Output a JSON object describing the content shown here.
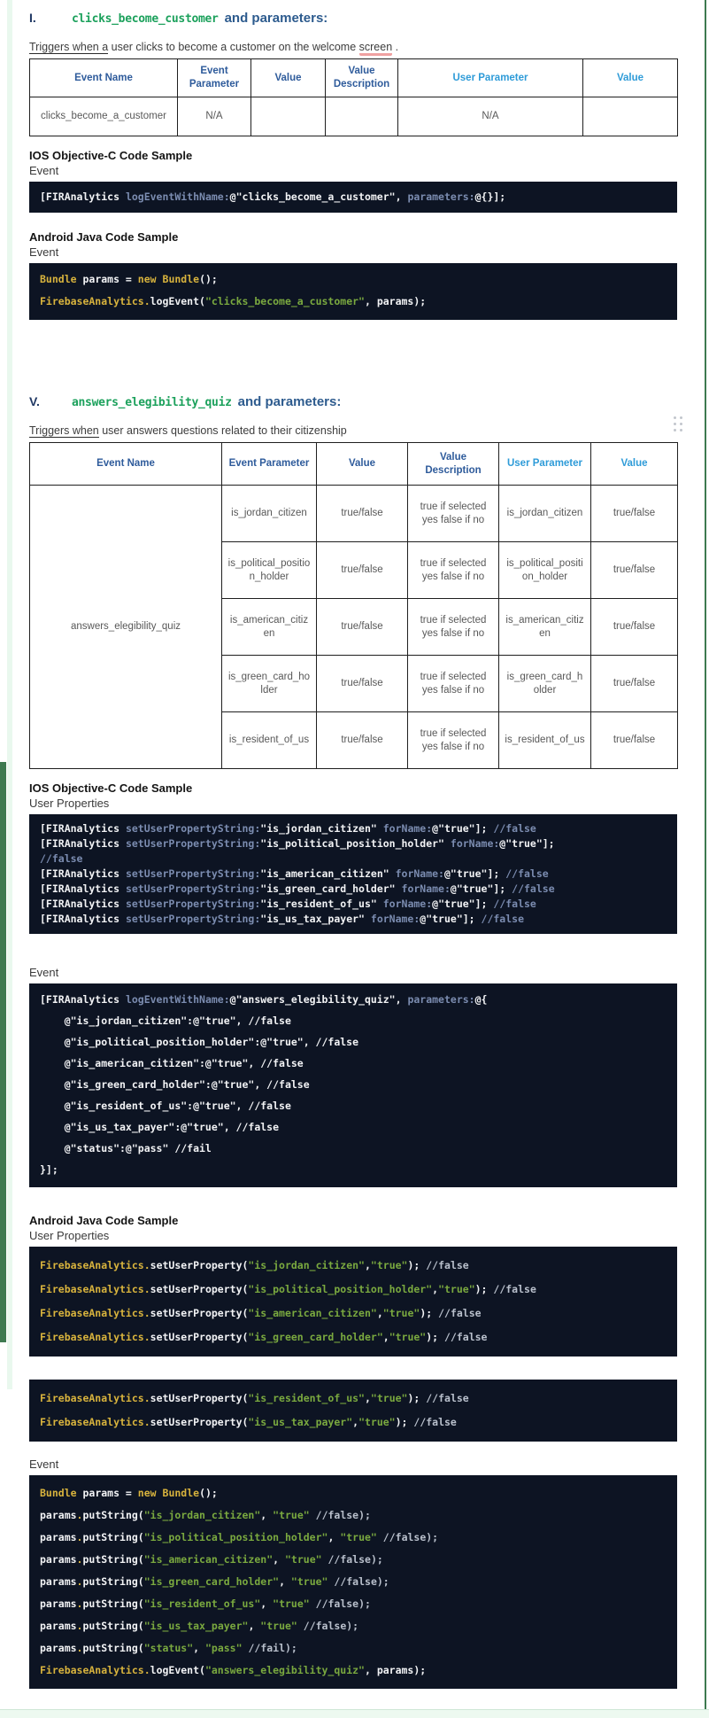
{
  "colors": {
    "code_background": "#0d1423",
    "code_text_white": "#f2f3f5",
    "objc_method_and_comment": "#7b8cb0",
    "java_keyword_yellow": "#d8b33d",
    "java_string_green": "#7aa93f",
    "java_comment_gray": "#b9c0cc",
    "heading_code_green": "#1ca15c",
    "heading_blue": "#2d5b8e",
    "table_header_dark_blue": "#2e5b9b",
    "table_header_light_blue": "#2e9bd8",
    "change_bar_green": "#3e7a50",
    "spellcheck_underline_red": "#f0a1a1"
  },
  "icons": {
    "drag_handle": "six-dot-grid"
  },
  "section1": {
    "numeral": "I.",
    "event_code": "clicks_become_customer",
    "heading_suffix": "and parameters:",
    "description_underlined": "Triggers when a",
    "description_mid": " user clicks to become a customer on the welcome ",
    "description_misspelled": "screen",
    "description_tail": " .",
    "table": {
      "headers": [
        {
          "label": "Event Name",
          "tone": "dark"
        },
        {
          "label": "Event Parameter",
          "tone": "dark"
        },
        {
          "label": "Value",
          "tone": "dark"
        },
        {
          "label": "Value Description",
          "tone": "dark"
        },
        {
          "label": "User Parameter",
          "tone": "light"
        },
        {
          "label": "Value",
          "tone": "light"
        }
      ],
      "rows": [
        [
          "clicks_become_a_customer",
          "N/A",
          "",
          "",
          "N/A",
          ""
        ]
      ]
    },
    "ios_heading": "IOS Objective-C Code Sample",
    "ios_event_label": "Event",
    "ios_event_code": [
      [
        {
          "t": "[FIRAnalytics ",
          "c": "w"
        },
        {
          "t": "logEventWithName:",
          "c": "s"
        },
        {
          "t": "@\"clicks_become_a_customer\", ",
          "c": "w"
        },
        {
          "t": "parameters:",
          "c": "s"
        },
        {
          "t": "@{}];",
          "c": "w"
        }
      ]
    ],
    "android_heading": "Android Java Code Sample",
    "android_event_label": "Event",
    "android_event_code": [
      [
        {
          "t": "Bundle",
          "c": "y"
        },
        {
          "t": " params = ",
          "c": "w"
        },
        {
          "t": "new",
          "c": "y"
        },
        {
          "t": " ",
          "c": "w"
        },
        {
          "t": "Bundle",
          "c": "y"
        },
        {
          "t": "();",
          "c": "w"
        }
      ],
      [
        {
          "t": "FirebaseAnalytics",
          "c": "y"
        },
        {
          "t": ".",
          "c": "y"
        },
        {
          "t": "logEvent(",
          "c": "w"
        },
        {
          "t": "\"clicks_become_a_customer\"",
          "c": "g"
        },
        {
          "t": ", params);",
          "c": "w"
        }
      ]
    ]
  },
  "section5": {
    "numeral": "V.",
    "event_code": "answers_elegibility_quiz",
    "heading_suffix": "and parameters:",
    "description_underlined": "Triggers when",
    "description_mid": " user answers questions related to their citizenship",
    "table": {
      "headers": [
        {
          "label": "Event Name",
          "tone": "dark"
        },
        {
          "label": "Event Parameter",
          "tone": "dark"
        },
        {
          "label": "Value",
          "tone": "dark"
        },
        {
          "label": "Value Description",
          "tone": "dark"
        },
        {
          "label": "User Parameter",
          "tone": "light"
        },
        {
          "label": "Value",
          "tone": "light"
        }
      ],
      "event_name": "answers_elegibility_quiz",
      "rows": [
        [
          "is_jordan_citizen",
          "true/false",
          "true if selected yes false if no",
          "is_jordan_citizen",
          "true/false"
        ],
        [
          "is_political_position_holder",
          "true/false",
          "true if selected yes false if no",
          "is_political_position_holder",
          "true/false"
        ],
        [
          "is_american_citizen",
          "true/false",
          "true if selected yes false if no",
          "is_american_citizen",
          "true/false"
        ],
        [
          "is_green_card_holder",
          "true/false",
          "true if selected yes false if no",
          "is_green_card_holder",
          "true/false"
        ],
        [
          "is_resident_of_us",
          "true/false",
          "true if selected yes false if no",
          "is_resident_of_us",
          "true/false"
        ]
      ]
    },
    "ios_heading": "IOS Objective-C Code Sample",
    "ios_props_label": "User Properties",
    "ios_props_code": [
      [
        {
          "t": "[FIRAnalytics ",
          "c": "w"
        },
        {
          "t": "setUserPropertyString:",
          "c": "s"
        },
        {
          "t": "\"is_jordan_citizen\" ",
          "c": "w"
        },
        {
          "t": "forName:",
          "c": "s"
        },
        {
          "t": "@\"true\"]; ",
          "c": "w"
        },
        {
          "t": "//false",
          "c": "s"
        }
      ],
      [
        {
          "t": "[FIRAnalytics ",
          "c": "w"
        },
        {
          "t": "setUserPropertyString:",
          "c": "s"
        },
        {
          "t": "\"is_political_position_holder\" ",
          "c": "w"
        },
        {
          "t": "forName:",
          "c": "s"
        },
        {
          "t": "@\"true\"];",
          "c": "w"
        }
      ],
      [
        {
          "t": "//false",
          "c": "s"
        }
      ],
      [
        {
          "t": "[FIRAnalytics ",
          "c": "w"
        },
        {
          "t": "setUserPropertyString:",
          "c": "s"
        },
        {
          "t": "\"is_american_citizen\" ",
          "c": "w"
        },
        {
          "t": "forName:",
          "c": "s"
        },
        {
          "t": "@\"true\"]; ",
          "c": "w"
        },
        {
          "t": "//false",
          "c": "s"
        }
      ],
      [
        {
          "t": "[FIRAnalytics ",
          "c": "w"
        },
        {
          "t": "setUserPropertyString:",
          "c": "s"
        },
        {
          "t": "\"is_green_card_holder\" ",
          "c": "w"
        },
        {
          "t": "forName:",
          "c": "s"
        },
        {
          "t": "@\"true\"]; ",
          "c": "w"
        },
        {
          "t": "//false",
          "c": "s"
        }
      ],
      [
        {
          "t": "[FIRAnalytics ",
          "c": "w"
        },
        {
          "t": "setUserPropertyString:",
          "c": "s"
        },
        {
          "t": "\"is_resident_of_us\" ",
          "c": "w"
        },
        {
          "t": "forName:",
          "c": "s"
        },
        {
          "t": "@\"true\"]; ",
          "c": "w"
        },
        {
          "t": "//false",
          "c": "s"
        }
      ],
      [
        {
          "t": "[FIRAnalytics ",
          "c": "w"
        },
        {
          "t": "setUserPropertyString:",
          "c": "s"
        },
        {
          "t": "\"is_us_tax_payer\" ",
          "c": "w"
        },
        {
          "t": "forName:",
          "c": "s"
        },
        {
          "t": "@\"true\"]; ",
          "c": "w"
        },
        {
          "t": "//false",
          "c": "s"
        }
      ]
    ],
    "ios_event_label": "Event",
    "ios_event_code": [
      [
        {
          "t": "[FIRAnalytics ",
          "c": "w"
        },
        {
          "t": "logEventWithName:",
          "c": "s"
        },
        {
          "t": "@\"answers_elegibility_quiz\", ",
          "c": "w"
        },
        {
          "t": "parameters:",
          "c": "s"
        },
        {
          "t": "@{",
          "c": "w"
        }
      ],
      [
        {
          "t": "    @\"is_jordan_citizen\":@\"true\", //false",
          "c": "w"
        }
      ],
      [
        {
          "t": "    @\"is_political_position_holder\":@\"true\", //false",
          "c": "w"
        }
      ],
      [
        {
          "t": "    @\"is_american_citizen\":@\"true\", //false",
          "c": "w"
        }
      ],
      [
        {
          "t": "    @\"is_green_card_holder\":@\"true\", //false",
          "c": "w"
        }
      ],
      [
        {
          "t": "    @\"is_resident_of_us\":@\"true\", //false",
          "c": "w"
        }
      ],
      [
        {
          "t": "    @\"is_us_tax_payer\":@\"true\", //false",
          "c": "w"
        }
      ],
      [
        {
          "t": "    @\"status\":@\"pass\" //fail",
          "c": "w"
        }
      ],
      [
        {
          "t": "}];",
          "c": "w"
        }
      ]
    ],
    "android_heading": "Android Java Code Sample",
    "android_props_label": "User Properties",
    "android_props_code_1": [
      [
        {
          "t": "FirebaseAnalytics",
          "c": "y"
        },
        {
          "t": ".",
          "c": "y"
        },
        {
          "t": "setUserProperty(",
          "c": "w"
        },
        {
          "t": "\"is_jordan_citizen\"",
          "c": "g"
        },
        {
          "t": ",",
          "c": "w"
        },
        {
          "t": "\"true\"",
          "c": "g"
        },
        {
          "t": "); ",
          "c": "w"
        },
        {
          "t": "//false",
          "c": "c"
        }
      ],
      [
        {
          "t": "FirebaseAnalytics",
          "c": "y"
        },
        {
          "t": ".",
          "c": "y"
        },
        {
          "t": "setUserProperty(",
          "c": "w"
        },
        {
          "t": "\"is_political_position_holder\"",
          "c": "g"
        },
        {
          "t": ",",
          "c": "w"
        },
        {
          "t": "\"true\"",
          "c": "g"
        },
        {
          "t": "); ",
          "c": "w"
        },
        {
          "t": "//false",
          "c": "c"
        }
      ],
      [
        {
          "t": "FirebaseAnalytics",
          "c": "y"
        },
        {
          "t": ".",
          "c": "y"
        },
        {
          "t": "setUserProperty(",
          "c": "w"
        },
        {
          "t": "\"is_american_citizen\"",
          "c": "g"
        },
        {
          "t": ",",
          "c": "w"
        },
        {
          "t": "\"true\"",
          "c": "g"
        },
        {
          "t": "); ",
          "c": "w"
        },
        {
          "t": "//false",
          "c": "c"
        }
      ],
      [
        {
          "t": "FirebaseAnalytics",
          "c": "y"
        },
        {
          "t": ".",
          "c": "y"
        },
        {
          "t": "setUserProperty(",
          "c": "w"
        },
        {
          "t": "\"is_green_card_holder\"",
          "c": "g"
        },
        {
          "t": ",",
          "c": "w"
        },
        {
          "t": "\"true\"",
          "c": "g"
        },
        {
          "t": "); ",
          "c": "w"
        },
        {
          "t": "//false",
          "c": "c"
        }
      ]
    ],
    "android_props_code_2": [
      [
        {
          "t": "FirebaseAnalytics",
          "c": "y"
        },
        {
          "t": ".",
          "c": "y"
        },
        {
          "t": "setUserProperty(",
          "c": "w"
        },
        {
          "t": "\"is_resident_of_us\"",
          "c": "g"
        },
        {
          "t": ",",
          "c": "w"
        },
        {
          "t": "\"true\"",
          "c": "g"
        },
        {
          "t": "); ",
          "c": "w"
        },
        {
          "t": "//false",
          "c": "c"
        }
      ],
      [
        {
          "t": "FirebaseAnalytics",
          "c": "y"
        },
        {
          "t": ".",
          "c": "y"
        },
        {
          "t": "setUserProperty(",
          "c": "w"
        },
        {
          "t": "\"is_us_tax_payer\"",
          "c": "g"
        },
        {
          "t": ",",
          "c": "w"
        },
        {
          "t": "\"true\"",
          "c": "g"
        },
        {
          "t": "); ",
          "c": "w"
        },
        {
          "t": "//false",
          "c": "c"
        }
      ]
    ],
    "android_event_label": "Event",
    "android_event_code": [
      [
        {
          "t": "Bundle",
          "c": "y"
        },
        {
          "t": " params = ",
          "c": "w"
        },
        {
          "t": "new",
          "c": "y"
        },
        {
          "t": " ",
          "c": "w"
        },
        {
          "t": "Bundle",
          "c": "y"
        },
        {
          "t": "();",
          "c": "w"
        }
      ],
      [
        {
          "t": "params",
          "c": "w"
        },
        {
          "t": ".",
          "c": "y"
        },
        {
          "t": "putString(",
          "c": "w"
        },
        {
          "t": "\"is_jordan_citizen\"",
          "c": "g"
        },
        {
          "t": ", ",
          "c": "w"
        },
        {
          "t": "\"true\"",
          "c": "g"
        },
        {
          "t": " ",
          "c": "w"
        },
        {
          "t": "//false);",
          "c": "c"
        }
      ],
      [
        {
          "t": "params",
          "c": "w"
        },
        {
          "t": ".",
          "c": "y"
        },
        {
          "t": "putString(",
          "c": "w"
        },
        {
          "t": "\"is_political_position_holder\"",
          "c": "g"
        },
        {
          "t": ", ",
          "c": "w"
        },
        {
          "t": "\"true\"",
          "c": "g"
        },
        {
          "t": " ",
          "c": "w"
        },
        {
          "t": "//false);",
          "c": "c"
        }
      ],
      [
        {
          "t": "params",
          "c": "w"
        },
        {
          "t": ".",
          "c": "y"
        },
        {
          "t": "putString(",
          "c": "w"
        },
        {
          "t": "\"is_american_citizen\"",
          "c": "g"
        },
        {
          "t": ", ",
          "c": "w"
        },
        {
          "t": "\"true\"",
          "c": "g"
        },
        {
          "t": " ",
          "c": "w"
        },
        {
          "t": "//false);",
          "c": "c"
        }
      ],
      [
        {
          "t": "params",
          "c": "w"
        },
        {
          "t": ".",
          "c": "y"
        },
        {
          "t": "putString(",
          "c": "w"
        },
        {
          "t": "\"is_green_card_holder\"",
          "c": "g"
        },
        {
          "t": ", ",
          "c": "w"
        },
        {
          "t": "\"true\"",
          "c": "g"
        },
        {
          "t": " ",
          "c": "w"
        },
        {
          "t": "//false);",
          "c": "c"
        }
      ],
      [
        {
          "t": "params",
          "c": "w"
        },
        {
          "t": ".",
          "c": "y"
        },
        {
          "t": "putString(",
          "c": "w"
        },
        {
          "t": "\"is_resident_of_us\"",
          "c": "g"
        },
        {
          "t": ", ",
          "c": "w"
        },
        {
          "t": "\"true\"",
          "c": "g"
        },
        {
          "t": " ",
          "c": "w"
        },
        {
          "t": "//false);",
          "c": "c"
        }
      ],
      [
        {
          "t": "params",
          "c": "w"
        },
        {
          "t": ".",
          "c": "y"
        },
        {
          "t": "putString(",
          "c": "w"
        },
        {
          "t": "\"is_us_tax_payer\"",
          "c": "g"
        },
        {
          "t": ", ",
          "c": "w"
        },
        {
          "t": "\"true\"",
          "c": "g"
        },
        {
          "t": " ",
          "c": "w"
        },
        {
          "t": "//false);",
          "c": "c"
        }
      ],
      [
        {
          "t": "params",
          "c": "w"
        },
        {
          "t": ".",
          "c": "y"
        },
        {
          "t": "putString(",
          "c": "w"
        },
        {
          "t": "\"status\"",
          "c": "g"
        },
        {
          "t": ", ",
          "c": "w"
        },
        {
          "t": "\"pass\"",
          "c": "g"
        },
        {
          "t": " ",
          "c": "w"
        },
        {
          "t": "//fail);",
          "c": "c"
        }
      ],
      [
        {
          "t": "FirebaseAnalytics",
          "c": "y"
        },
        {
          "t": ".",
          "c": "y"
        },
        {
          "t": "logEvent(",
          "c": "w"
        },
        {
          "t": "\"answers_elegibility_quiz\"",
          "c": "g"
        },
        {
          "t": ", params);",
          "c": "w"
        }
      ]
    ]
  }
}
